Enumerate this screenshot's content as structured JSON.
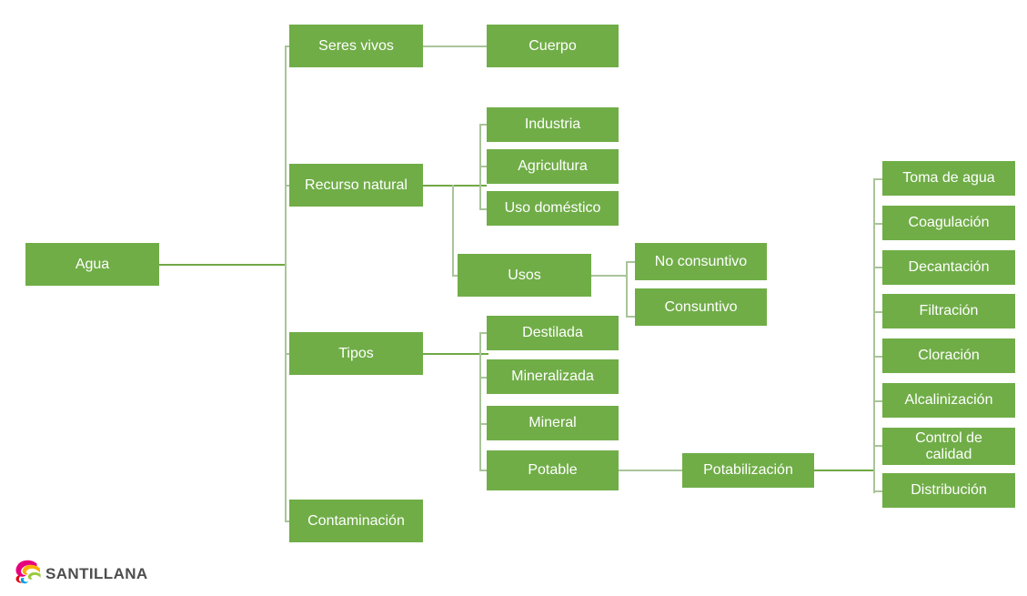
{
  "diagram": {
    "type": "tree-mind-map",
    "title": "Agua",
    "theme": {
      "node_fill": "#70AD47",
      "node_text": "#FFFFFF",
      "connector": "#A9C49A",
      "connector_dark": "#6FA845",
      "background": "#FFFFFF"
    },
    "nodes": {
      "root": "Agua",
      "seres_vivos": "Seres vivos",
      "cuerpo": "Cuerpo",
      "recurso_natural": "Recurso natural",
      "industria": "Industria",
      "agricultura": "Agricultura",
      "uso_domestico": "Uso doméstico",
      "usos": "Usos",
      "no_consuntivo": "No consuntivo",
      "consuntivo": "Consuntivo",
      "tipos": "Tipos",
      "destilada": "Destilada",
      "mineralizada": "Mineralizada",
      "mineral": "Mineral",
      "potable": "Potable",
      "potabilizacion": "Potabilización",
      "toma_de_agua": "Toma de agua",
      "coagulacion": "Coagulación",
      "decantacion": "Decantación",
      "filtracion": "Filtración",
      "cloracion": "Cloración",
      "alcalinizacion": "Alcalinización",
      "control_de_calidad": "Control de\ncalidad",
      "distribucion": "Distribución",
      "contaminacion": "Contaminación"
    },
    "hierarchy": [
      {
        "label": "Agua",
        "children": [
          {
            "label": "Seres vivos",
            "children": [
              {
                "label": "Cuerpo"
              }
            ]
          },
          {
            "label": "Recurso natural",
            "children": [
              {
                "label": "Industria"
              },
              {
                "label": "Agricultura"
              },
              {
                "label": "Uso doméstico"
              },
              {
                "label": "Usos",
                "children": [
                  {
                    "label": "No consuntivo"
                  },
                  {
                    "label": "Consuntivo"
                  }
                ]
              }
            ]
          },
          {
            "label": "Tipos",
            "children": [
              {
                "label": "Destilada"
              },
              {
                "label": "Mineralizada"
              },
              {
                "label": "Mineral"
              },
              {
                "label": "Potable",
                "children": [
                  {
                    "label": "Potabilización",
                    "children": [
                      {
                        "label": "Toma de agua"
                      },
                      {
                        "label": "Coagulación"
                      },
                      {
                        "label": "Decantación"
                      },
                      {
                        "label": "Filtración"
                      },
                      {
                        "label": "Cloración"
                      },
                      {
                        "label": "Alcalinización"
                      },
                      {
                        "label": "Control de calidad"
                      },
                      {
                        "label": "Distribución"
                      }
                    ]
                  }
                ]
              }
            ]
          },
          {
            "label": "Contaminación"
          }
        ]
      }
    ]
  },
  "logo": {
    "wordmark": "SANTILLANA",
    "colors": [
      "#E6007E",
      "#F9B000",
      "#9ACA3C",
      "#00A0E3",
      "#E30613"
    ]
  }
}
